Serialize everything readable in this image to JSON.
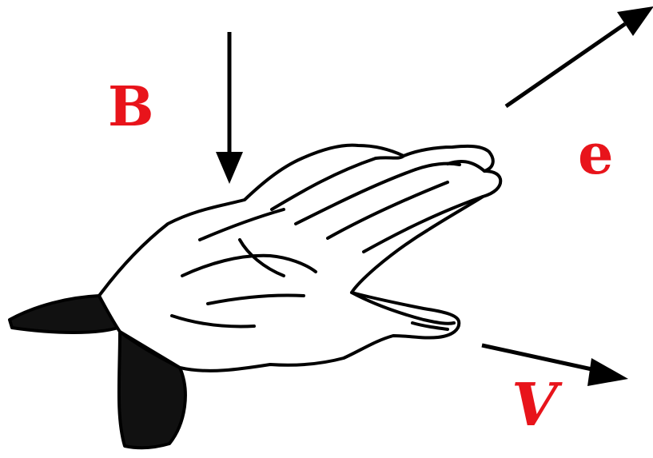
{
  "labels": {
    "magnetic_field": "B",
    "current": "e",
    "velocity": "V"
  },
  "colors": {
    "label": "#e8141b",
    "line": "#000000",
    "background": "#ffffff"
  },
  "icons": {
    "hand": "hand-icon"
  }
}
